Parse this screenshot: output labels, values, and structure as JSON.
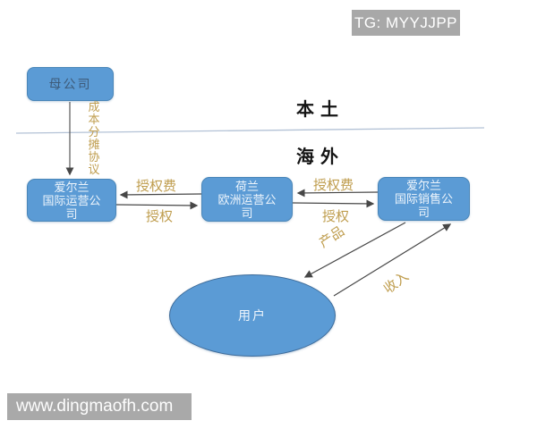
{
  "badges": {
    "tg_label": "TG: MYYJJPP",
    "watermark": "www.dingmaofh.com"
  },
  "regions": {
    "domestic": "本土",
    "overseas": "海外"
  },
  "nodes": {
    "parent": {
      "label": "母公司"
    },
    "ireland_ops": {
      "lines": [
        "爱尔兰",
        "国际运营公",
        "司"
      ]
    },
    "nl_ops": {
      "lines": [
        "荷兰",
        "欧洲运营公",
        "司"
      ]
    },
    "ireland_sales": {
      "lines": [
        "爱尔兰",
        "国际销售公",
        "司"
      ]
    },
    "users": {
      "label": "用户"
    }
  },
  "edges": {
    "cost_sharing": "成本分摊协议",
    "license_fee_left": "授权费",
    "license_left": "授权",
    "license_fee_right": "授权费",
    "license_right": "授权",
    "product": "产品",
    "revenue": "收入"
  },
  "colors": {
    "node_fill": "#5b9bd5",
    "node_border": "#4a86b8",
    "edge_label_gold": "#bf9d4e",
    "arrow_gray": "#474747",
    "divider_blue_gray": "#b3c2d6",
    "badge_gray": "#a8a8a8",
    "background": "#ffffff"
  }
}
